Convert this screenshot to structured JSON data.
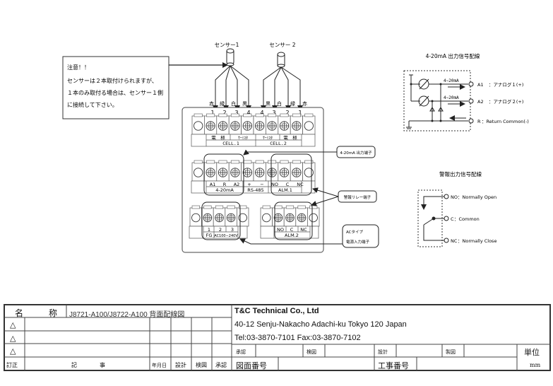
{
  "note": {
    "lines": [
      "注意！！",
      "センサーは２本取付けられますが、",
      "１本のみ取付る場合は、センサー１側",
      "に接続して下さい。"
    ]
  },
  "sensors": [
    {
      "label": "センサー1"
    },
    {
      "label": "センサー 2"
    }
  ],
  "wire_colors": [
    "赤",
    "緑",
    "白",
    "黒",
    "黒",
    "白",
    "緑",
    "赤"
  ],
  "terminal_numbers": [
    "1",
    "2",
    "3",
    "4",
    "4",
    "3",
    "2",
    "1"
  ],
  "row1": {
    "group_labels": [
      "電　極",
      "ｻｰﾐｽﾀ",
      "ｻｰﾐｽﾀ",
      "電　極"
    ],
    "cell_labels": [
      "CELL.1",
      "CELL.2"
    ]
  },
  "row2": {
    "terminals": [
      "A1",
      "R",
      "A2",
      "+",
      "−",
      "NO",
      "C",
      "NC"
    ],
    "group_labels": [
      "4-20mA",
      "RS-485",
      "ALM.1"
    ]
  },
  "row3_left": {
    "terminals": [
      "1",
      "2",
      "3"
    ],
    "group_labels": [
      "FG",
      "AC100∼240V"
    ]
  },
  "row3_right": {
    "terminals": [
      "NO",
      "C",
      "NC"
    ],
    "group_labels": [
      "ALM.2"
    ]
  },
  "callouts": {
    "output_terminal": "4-20mA 出力端子",
    "relay_terminal": "警報リレー端子",
    "power_line1": "ACタイプ",
    "power_line2": "電源入力端子"
  },
  "analog_wiring": {
    "title": "4-20mA 出力信号配線",
    "current_label": "4∼20mA",
    "terminals": [
      {
        "code": "A1",
        "desc": "：アナログ１(+)"
      },
      {
        "code": "A2",
        "desc": "：アナログ２(+)"
      },
      {
        "code": "R",
        "desc": "：Return Common(-)"
      }
    ]
  },
  "alarm_wiring": {
    "title": "警報出力信号配線",
    "terminals": [
      {
        "code": "NO",
        "desc": "：Normally  Open"
      },
      {
        "code": "C",
        "desc": " ：Common"
      },
      {
        "code": "NC",
        "desc": "：Normally  Close"
      }
    ]
  },
  "title_block": {
    "name_label_1": "名",
    "name_label_2": "称",
    "drawing_name": "J8721-A100/J8722-A100 背面配線図",
    "revision_marks": [
      "△",
      "△",
      "△"
    ],
    "footer": {
      "revision": "訂正",
      "notes_1": "記",
      "notes_2": "事",
      "date": "年月日",
      "design": "設計",
      "check": "検図",
      "approve": "承認"
    },
    "company": {
      "name": "T&C Technical Co., Ltd",
      "address": "40-12 Senju-Nakacho Adachi-ku Tokyo 120 Japan",
      "contact": "Tel:03-3870-7101 Fax:03-3870-7102"
    },
    "sign_row": {
      "approve": "承認",
      "check": "検図",
      "design": "設計",
      "draft": "製図"
    },
    "drawing_number_label": "図面番号",
    "project_number_label": "工事番号",
    "unit_label": "単位",
    "unit_value": "mm"
  }
}
